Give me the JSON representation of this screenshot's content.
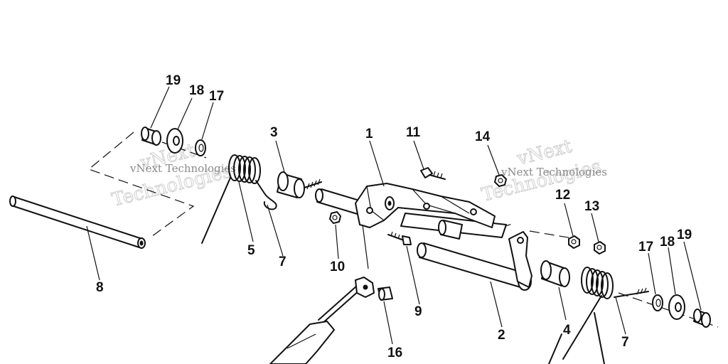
{
  "callouts": {
    "c1": "1",
    "c2": "2",
    "c3": "3",
    "c4": "4",
    "c5": "5",
    "c7a": "7",
    "c7b": "7",
    "c8": "8",
    "c9": "9",
    "c10": "10",
    "c11": "11",
    "c12": "12",
    "c13": "13",
    "c14": "14",
    "c16": "16",
    "c17a": "17",
    "c18a": "18",
    "c19a": "19",
    "c17b": "17",
    "c18b": "18",
    "c19b": "19"
  },
  "watermark": {
    "line1": "vNext",
    "line2": "Technologies",
    "small": "vNext Technologies"
  }
}
